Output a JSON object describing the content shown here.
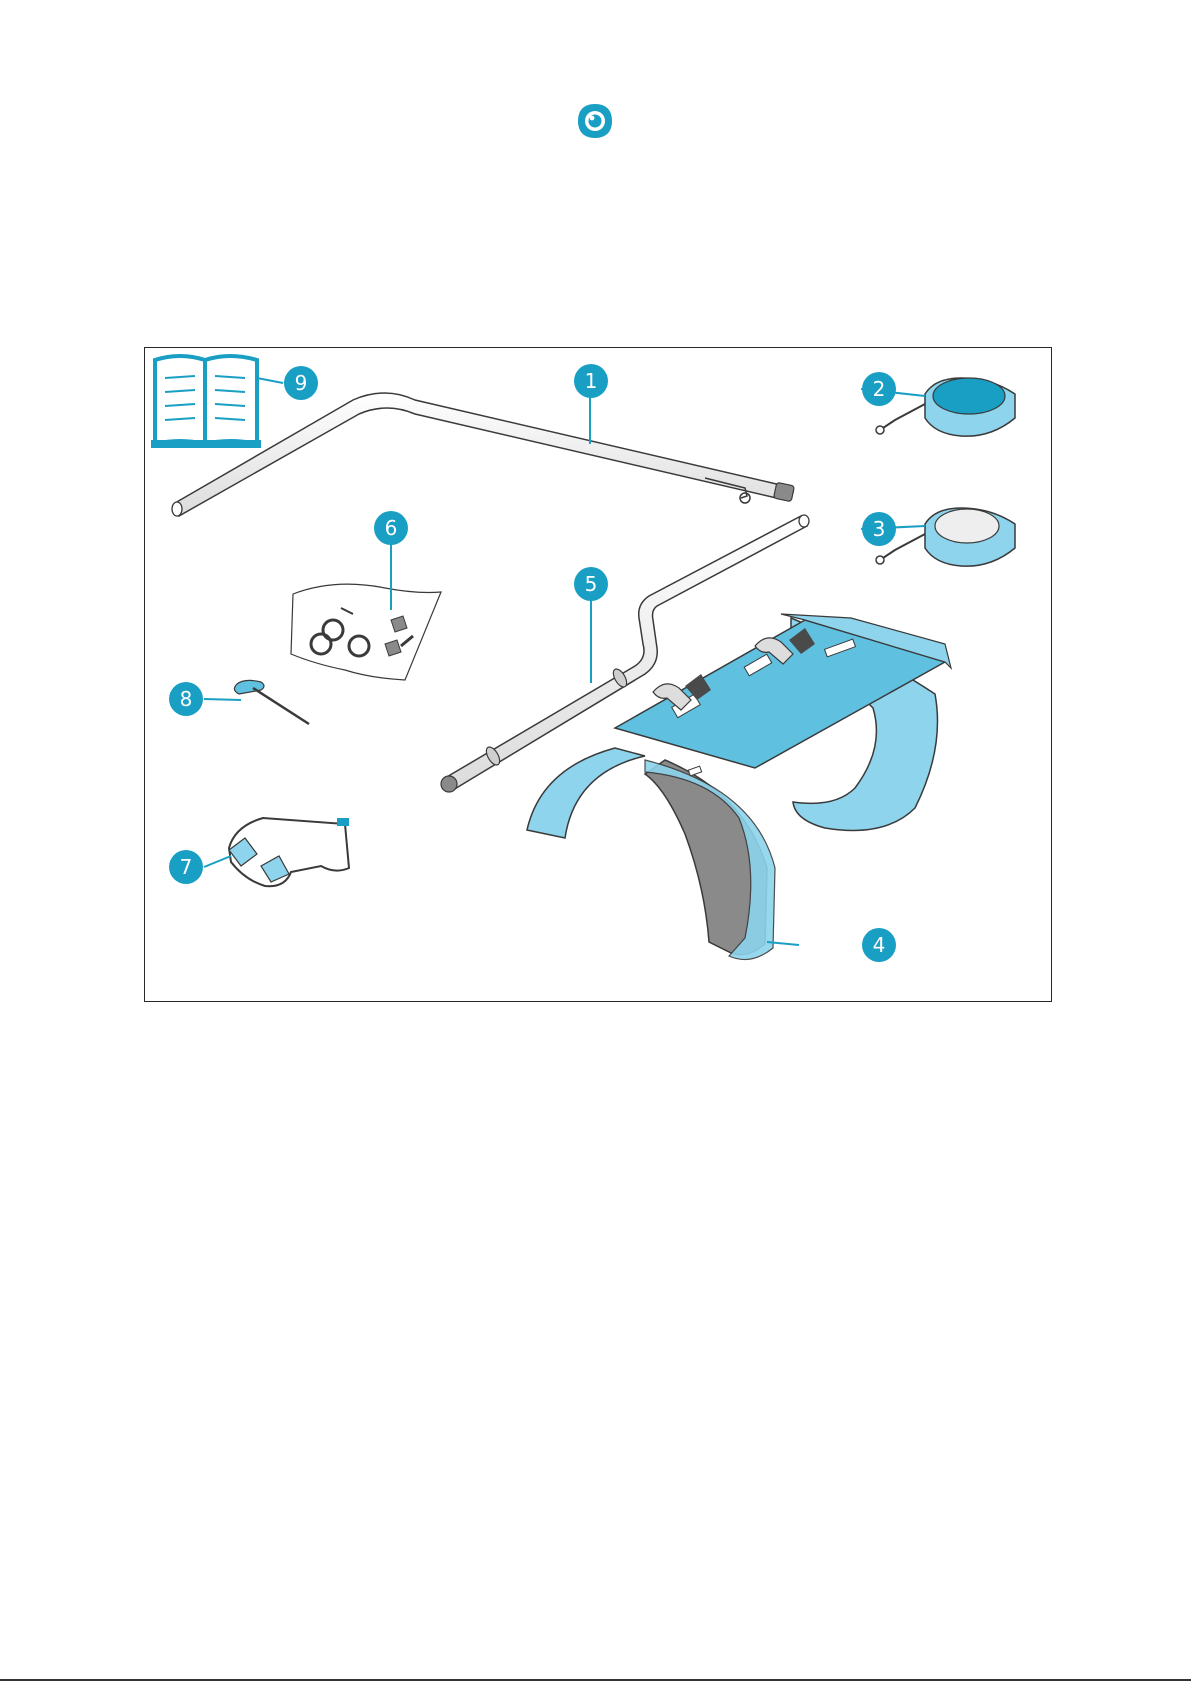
{
  "colors": {
    "accent": "#1a9fc4",
    "part_light": "#8dd4ec",
    "part_mid": "#5fc0e0",
    "metal": "#f2f2f2",
    "outline": "#3a3a3a",
    "strap_grey": "#8a8a8a"
  },
  "header": {
    "logo_icon": "circle-eye-logo-icon"
  },
  "figure": {
    "callouts": [
      {
        "number": "1",
        "part": "upper-tube"
      },
      {
        "number": "2",
        "part": "counterweight-blue"
      },
      {
        "number": "3",
        "part": "counterweight-white"
      },
      {
        "number": "4",
        "part": "harness-frame"
      },
      {
        "number": "5",
        "part": "lower-tube"
      },
      {
        "number": "6",
        "part": "small-parts-bag"
      },
      {
        "number": "7",
        "part": "prism-glasses"
      },
      {
        "number": "8",
        "part": "t-handle-wrench"
      },
      {
        "number": "9",
        "part": "manual-book"
      }
    ]
  }
}
